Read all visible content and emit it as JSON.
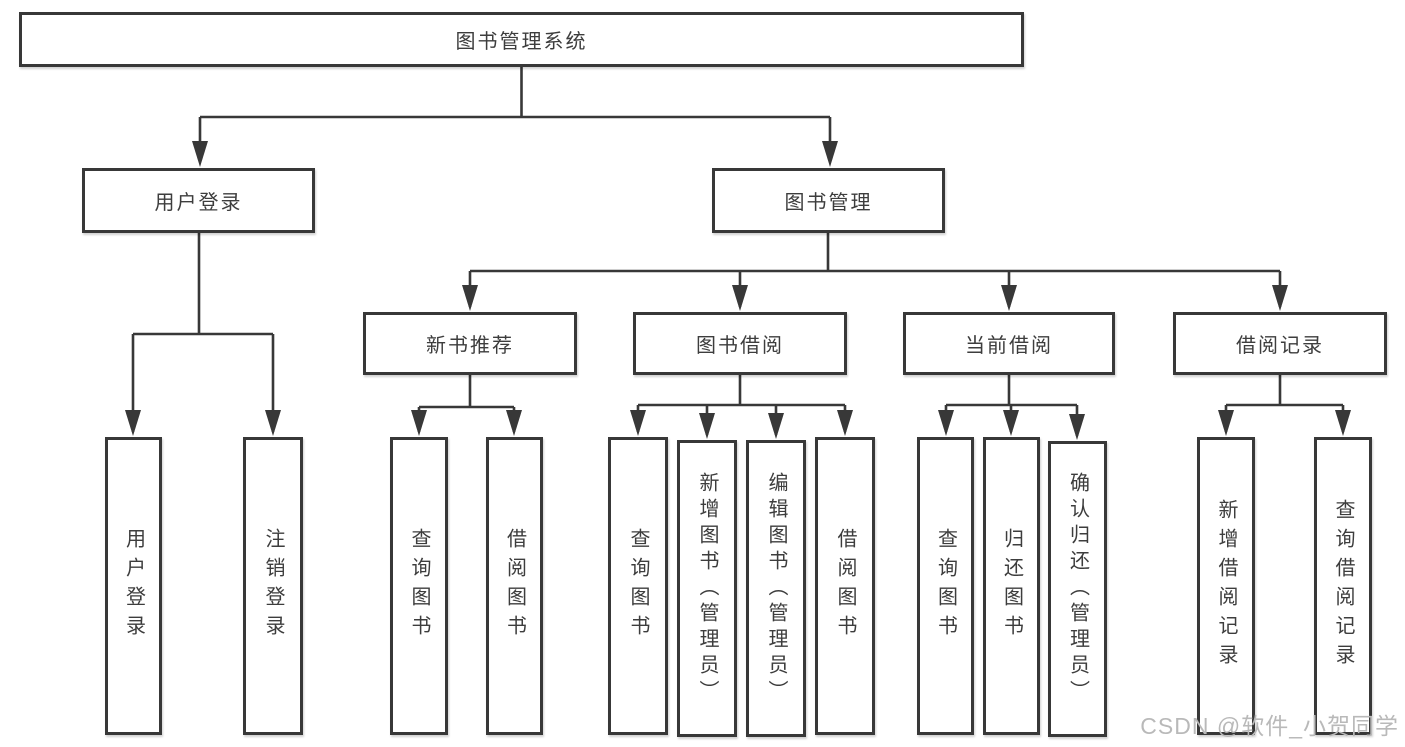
{
  "diagram": {
    "type": "hierarchy-flowchart",
    "nodes": {
      "root": "图书管理系统",
      "user_login": "用户登录",
      "book_mgmt": "图书管理",
      "new_book_rec": "新书推荐",
      "book_borrow": "图书借阅",
      "current_borrow": "当前借阅",
      "borrow_record": "借阅记录",
      "g1_user_login": "用户登录",
      "g1_logout": "注销登录",
      "g2_query_book": "查询图书",
      "g2_borrow_book": "借阅图书",
      "g3_query_book": "查询图书",
      "g3_add_book": "新增图书（管理员）",
      "g3_edit_book": "编辑图书（管理员）",
      "g3_borrow_book": "借阅图书",
      "g4_query_book": "查询图书",
      "g4_return_book": "归还图书",
      "g4_confirm_return": "确认归还（管理员）",
      "g5_add_record": "新增借阅记录",
      "g5_query_record": "查询借阅记录"
    },
    "hierarchy": {
      "图书管理系统": [
        "用户登录",
        "图书管理"
      ],
      "用户登录": [
        "用户登录",
        "注销登录"
      ],
      "图书管理": [
        "新书推荐",
        "图书借阅",
        "当前借阅",
        "借阅记录"
      ],
      "新书推荐": [
        "查询图书",
        "借阅图书"
      ],
      "图书借阅": [
        "查询图书",
        "新增图书（管理员）",
        "编辑图书（管理员）",
        "借阅图书"
      ],
      "当前借阅": [
        "查询图书",
        "归还图书",
        "确认归还（管理员）"
      ],
      "借阅记录": [
        "新增借阅记录",
        "查询借阅记录"
      ]
    }
  },
  "watermark": {
    "text": "CSDN @软件_小贺同学"
  },
  "colors": {
    "line": "#383838",
    "text": "#3d3d3d",
    "watermark": "#b9b9b9",
    "background": "#ffffff"
  }
}
